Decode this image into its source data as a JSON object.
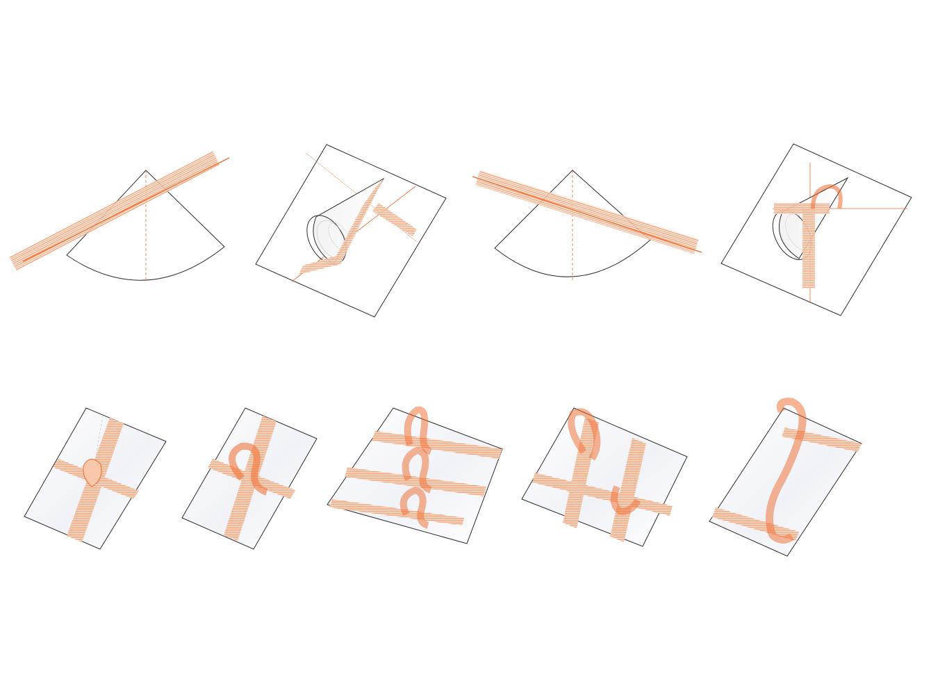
{
  "colors": {
    "background": "#ffffff",
    "outline": "#2b2b2b",
    "ribbon": "#ee6a2c",
    "ribbon_light": "#f7b48f",
    "paper_shade": "#eef0f5"
  },
  "panels": {
    "top_row": [
      "flat-cone-pattern-diagonal-ribbon",
      "cone-on-paper-wrapped",
      "flat-cone-pattern-shallow-ribbon",
      "cone-on-paper-cross-wrapped"
    ],
    "bottom_row": [
      "gift-box-knot",
      "gift-box-loop",
      "gift-box-triple-loops",
      "gift-box-double-cross-loops",
      "gift-box-tall-loop"
    ]
  }
}
